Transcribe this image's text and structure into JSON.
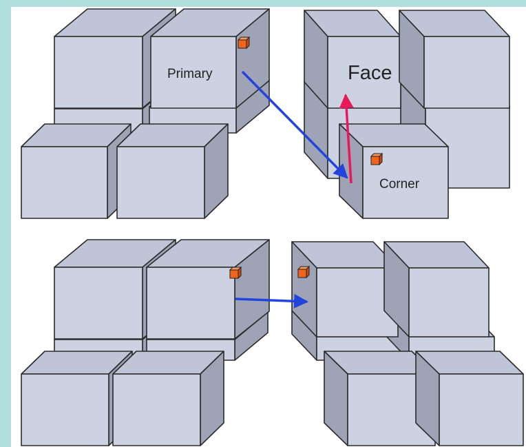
{
  "labels": {
    "primary": "Primary",
    "face": "Face",
    "corner": "Corner"
  },
  "colors": {
    "background": "#b3dede",
    "panel": "#ffffff",
    "cube_front": "#cdd2e2",
    "cube_top": "#bfc5d7",
    "cube_side": "#9ea4b6",
    "cube_outline": "#2a2a2a",
    "blue_arrow": "#2244dd",
    "red_arrow": "#e8185a",
    "marker": "#f0641e"
  },
  "icons": {
    "marker": "small-orange-cube-icon",
    "arrow": "arrow-icon"
  }
}
